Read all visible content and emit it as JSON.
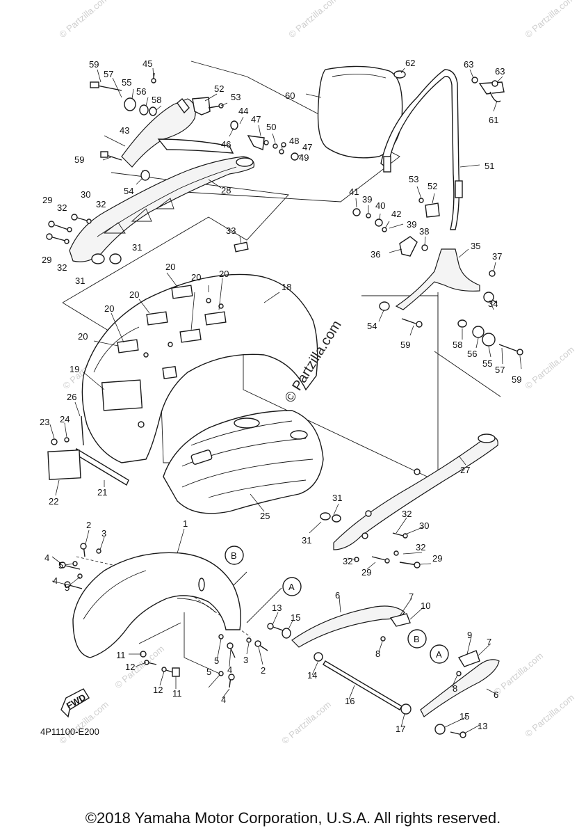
{
  "diagram": {
    "code": "4P11100-E200",
    "copyright": "©2018 Yamaha Motor Corporation, U.S.A. All rights reserved.",
    "center_watermark": "© Partzilla.com",
    "watermark_text": "© Partzilla.com",
    "fwd_label": "FWD",
    "ref_letters": [
      "A",
      "B"
    ],
    "callouts": [
      "1",
      "2",
      "3",
      "4",
      "5",
      "6",
      "7",
      "8",
      "9",
      "10",
      "11",
      "12",
      "13",
      "14",
      "15",
      "16",
      "17",
      "18",
      "19",
      "20",
      "21",
      "22",
      "23",
      "24",
      "25",
      "26",
      "27",
      "28",
      "29",
      "30",
      "31",
      "32",
      "33",
      "34",
      "35",
      "36",
      "37",
      "38",
      "39",
      "40",
      "41",
      "42",
      "43",
      "44",
      "45",
      "46",
      "47",
      "48",
      "49",
      "50",
      "51",
      "52",
      "53",
      "54",
      "55",
      "56",
      "57",
      "58",
      "59",
      "60",
      "61",
      "62",
      "63"
    ]
  }
}
